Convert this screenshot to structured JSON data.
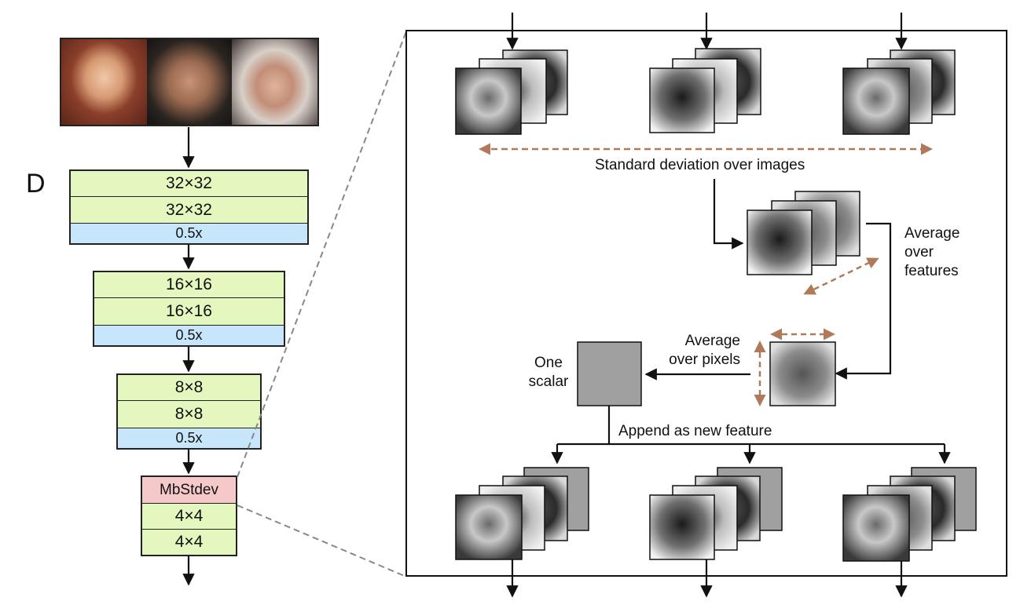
{
  "network": {
    "name": "D",
    "blocks": [
      {
        "rows": [
          {
            "label": "32×32",
            "kind": "conv"
          },
          {
            "label": "32×32",
            "kind": "conv"
          },
          {
            "label": "0.5x",
            "kind": "down"
          }
        ]
      },
      {
        "rows": [
          {
            "label": "16×16",
            "kind": "conv"
          },
          {
            "label": "16×16",
            "kind": "conv"
          },
          {
            "label": "0.5x",
            "kind": "down"
          }
        ]
      },
      {
        "rows": [
          {
            "label": "8×8",
            "kind": "conv"
          },
          {
            "label": "8×8",
            "kind": "conv"
          },
          {
            "label": "0.5x",
            "kind": "down"
          }
        ]
      },
      {
        "rows": [
          {
            "label": "MbStdev",
            "kind": "mbstd"
          },
          {
            "label": "4×4",
            "kind": "conv"
          },
          {
            "label": "4×4",
            "kind": "conv"
          }
        ]
      }
    ]
  },
  "detail": {
    "std_label": "Standard deviation over images",
    "avg_features_label": [
      "Average",
      "over",
      "features"
    ],
    "avg_pixels_label": [
      "Average",
      "over pixels"
    ],
    "scalar_label": [
      "One",
      "scalar"
    ],
    "append_label": "Append as new feature"
  },
  "colors": {
    "conv": "#e4f7bf",
    "down": "#c8e6fb",
    "mbstd": "#f5c9c9",
    "dashed_arrow": "#b07a5a",
    "scalar_box": "#a0a0a0"
  }
}
